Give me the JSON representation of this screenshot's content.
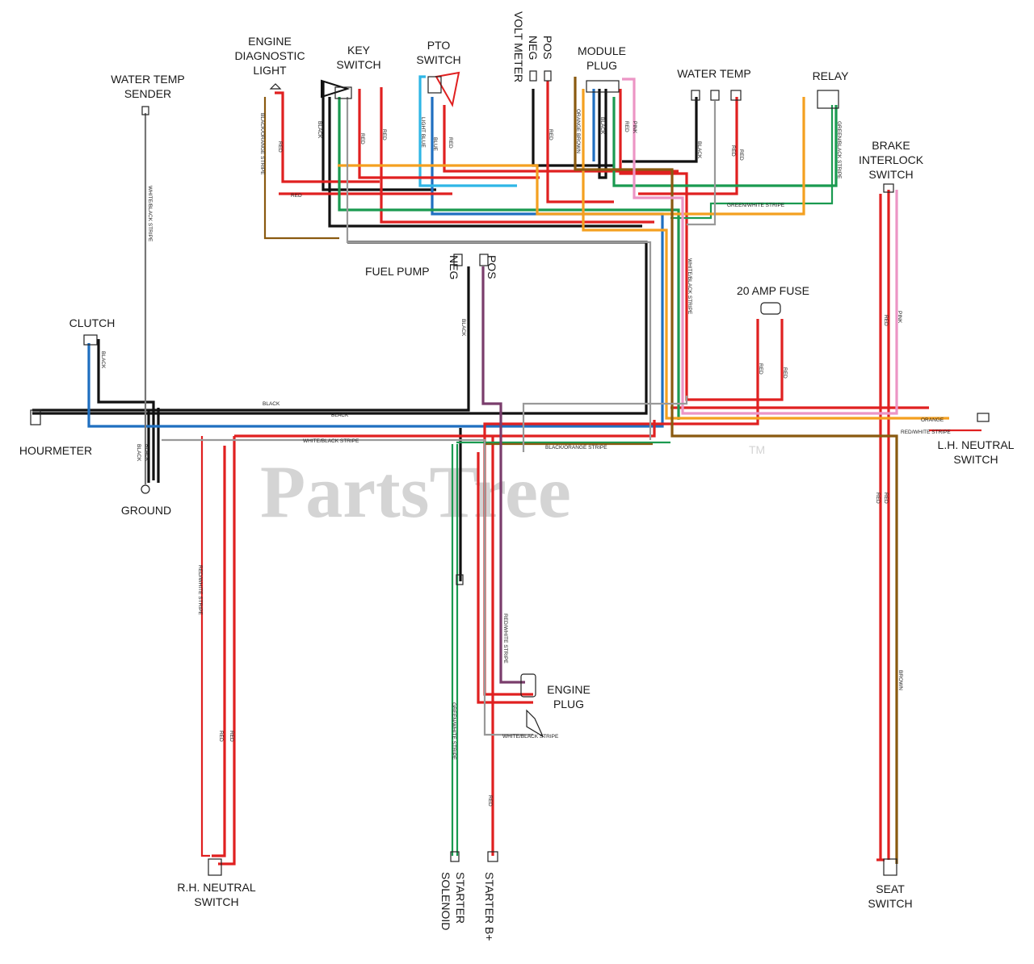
{
  "watermark": {
    "text": "PartsTree",
    "tm": "TM"
  },
  "components": {
    "water_temp_sender": [
      "WATER TEMP",
      "SENDER"
    ],
    "engine_diag_light": [
      "ENGINE",
      "DIAGNOSTIC",
      "LIGHT"
    ],
    "key_switch": [
      "KEY",
      "SWITCH"
    ],
    "pto_switch": [
      "PTO",
      "SWITCH"
    ],
    "volt_meter": "VOLT METER",
    "volt_neg": "NEG",
    "volt_pos": "POS",
    "module_plug": [
      "MODULE",
      "PLUG"
    ],
    "water_temp": "WATER TEMP",
    "relay": "RELAY",
    "brake_interlock": [
      "BRAKE",
      "INTERLOCK",
      "SWITCH"
    ],
    "fuel_pump": "FUEL PUMP",
    "fuel_neg": "NEG",
    "fuel_pos": "POS",
    "fuse": "20 AMP FUSE",
    "clutch": "CLUTCH",
    "hourmeter": "HOURMETER",
    "ground": "GROUND",
    "lh_neutral": [
      "L.H. NEUTRAL",
      "SWITCH"
    ],
    "engine_plug": [
      "ENGINE",
      "PLUG"
    ],
    "rh_neutral": [
      "R.H. NEUTRAL",
      "SWITCH"
    ],
    "starter_solenoid": [
      "STARTER",
      "SOLENOID"
    ],
    "starter_b": "STARTER B+",
    "seat_switch": [
      "SEAT",
      "SWITCH"
    ]
  },
  "wire_labels": {
    "black": "BLACK",
    "red": "RED",
    "blue": "BLUE",
    "light_blue": "LIGHT BLUE",
    "pink": "PINK",
    "orange": "ORANGE",
    "orange_brown": "ORANGE BROWN",
    "white_black": "WHITE/BLACK STRIPE",
    "black_orange": "BLACK/ORANGE STRIPE",
    "green_white": "GREEN/WHITE STRIPE",
    "green_black": "GREEN/BLACK STRIPE",
    "red_white": "RED/WHITE STRIPE",
    "brown": "BROWN"
  },
  "colors": {
    "black": "#111111",
    "red": "#e02020",
    "blue": "#1f6fc0",
    "light_blue": "#2fb6e6",
    "green": "#1a9a50",
    "orange": "#f4a020",
    "brown": "#8a5a10",
    "pink": "#ec95c5",
    "purple": "#7a3d6c",
    "grey": "#999999"
  }
}
